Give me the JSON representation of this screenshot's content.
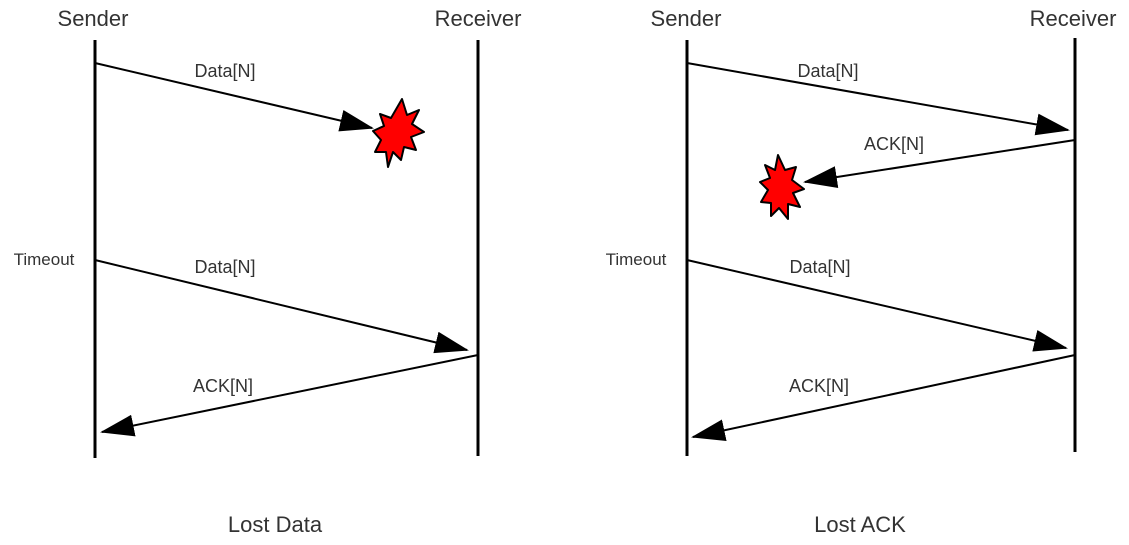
{
  "colors": {
    "line": "#000000",
    "text": "#333333",
    "burst_fill": "#ff0000",
    "background": "#ffffff"
  },
  "left_panel": {
    "sender_label": "Sender",
    "receiver_label": "Receiver",
    "data_label_1": "Data[N]",
    "timeout_label": "Timeout",
    "data_label_2": "Data[N]",
    "ack_label": "ACK[N]",
    "caption": "Lost Data"
  },
  "right_panel": {
    "sender_label": "Sender",
    "receiver_label": "Receiver",
    "data_label_1": "Data[N]",
    "ack_label_1": "ACK[N]",
    "timeout_label": "Timeout",
    "data_label_2": "Data[N]",
    "ack_label_2": "ACK[N]",
    "caption": "Lost ACK"
  }
}
